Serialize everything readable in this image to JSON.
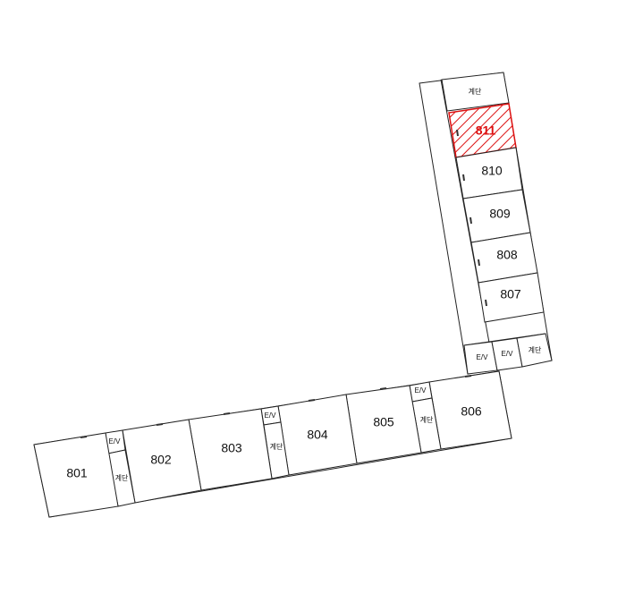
{
  "rooms": {
    "r801": "801",
    "r802": "802",
    "r803": "803",
    "r804": "804",
    "r805": "805",
    "r806": "806",
    "r807": "807",
    "r808": "808",
    "r809": "809",
    "r810": "810",
    "r811": "811"
  },
  "elevator_label": "E/V",
  "stairs_label": "계단",
  "highlight_color": "#dd1111",
  "wall_color": "#222222"
}
